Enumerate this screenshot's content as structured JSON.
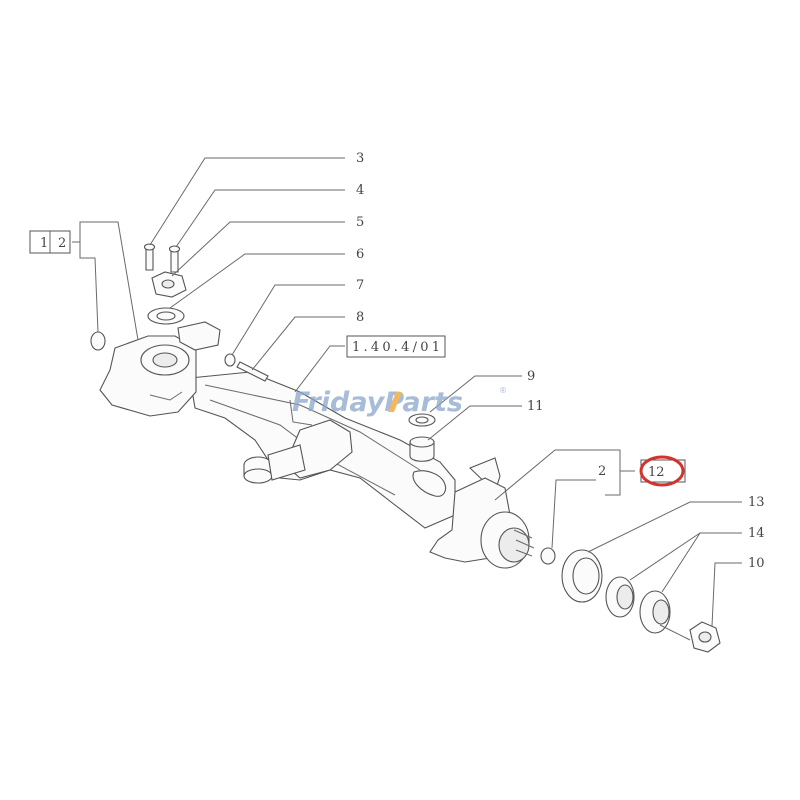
{
  "callouts": {
    "l1": "1",
    "l2a": "2",
    "l3": "3",
    "l4": "4",
    "l5": "5",
    "l6": "6",
    "l7": "7",
    "l8": "8",
    "l9": "9",
    "l11": "11",
    "l10": "10",
    "l13": "13",
    "l14": "14",
    "l2b": "2",
    "l12": "12",
    "ref": "1.40.4/01"
  },
  "watermark": {
    "text": "FridayParts",
    "reg": "®"
  },
  "colors": {
    "highlight": "#d0342c",
    "watermark_blue": "#8aa6cc",
    "watermark_orange": "#f0a028"
  }
}
